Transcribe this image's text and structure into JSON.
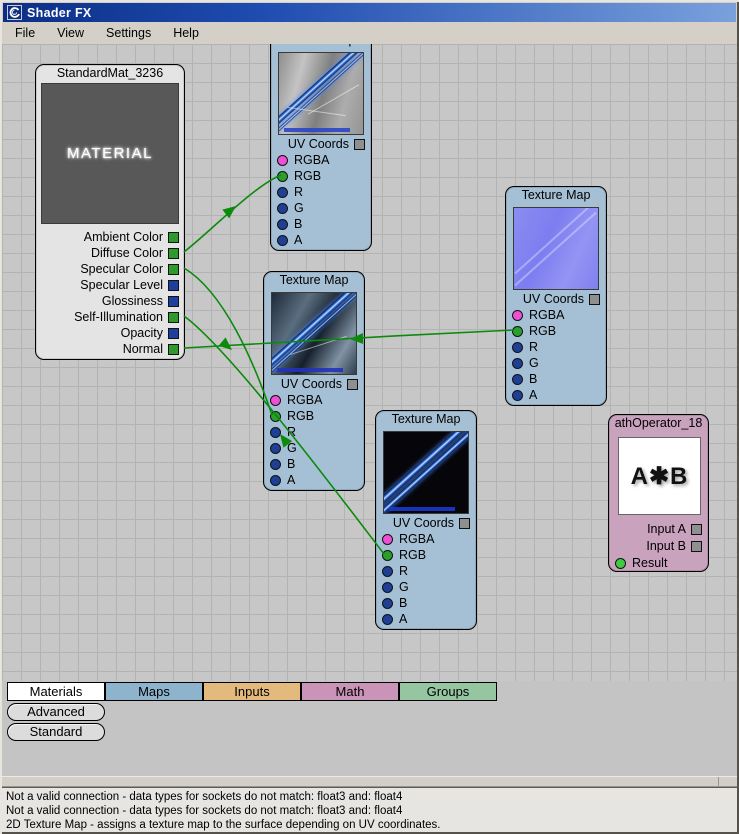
{
  "window": {
    "title": "Shader FX"
  },
  "menu": {
    "items": [
      "File",
      "View",
      "Settings",
      "Help"
    ]
  },
  "material": {
    "title": "StandardMat_3236",
    "preview_label": "MATERIAL",
    "inputs": [
      {
        "label": "Ambient Color",
        "type": "color"
      },
      {
        "label": "Diffuse Color",
        "type": "color"
      },
      {
        "label": "Specular Color",
        "type": "color"
      },
      {
        "label": "Specular Level",
        "type": "scalar"
      },
      {
        "label": "Glossiness",
        "type": "scalar"
      },
      {
        "label": "Self-Illumination",
        "type": "color"
      },
      {
        "label": "Opacity",
        "type": "scalar"
      },
      {
        "label": "Normal",
        "type": "color"
      }
    ]
  },
  "texture_node": {
    "title": "Texture Map",
    "uv_label": "UV Coords",
    "outputs": [
      "RGBA",
      "RGB",
      "R",
      "G",
      "B",
      "A"
    ]
  },
  "math_node": {
    "title": "athOperator_18",
    "operation": "A✱B",
    "inputs": [
      "Input A",
      "Input B"
    ],
    "output": "Result"
  },
  "connections": [
    {
      "from": "texture_map_top.RGB",
      "to": "StandardMat_3236.Diffuse Color"
    },
    {
      "from": "texture_map_middle.RGB",
      "to": "StandardMat_3236.Specular Color"
    },
    {
      "from": "texture_map_bottom.RGB",
      "to": "StandardMat_3236.Self-Illumination"
    },
    {
      "from": "texture_map_right.RGB",
      "to": "StandardMat_3236.Normal"
    }
  ],
  "tabs": [
    {
      "label": "Materials",
      "color": "#ffffff",
      "selected": true
    },
    {
      "label": "Maps",
      "color": "#8db3cd",
      "selected": false
    },
    {
      "label": "Inputs",
      "color": "#e3b97d",
      "selected": false
    },
    {
      "label": "Math",
      "color": "#c994b7",
      "selected": false
    },
    {
      "label": "Groups",
      "color": "#95c6a1",
      "selected": false
    }
  ],
  "side_buttons": [
    "Advanced",
    "Standard"
  ],
  "status": {
    "lines": [
      "Not a valid connection - data types for sockets do not match: float3 and: float4",
      "Not a valid connection - data types for sockets do not match: float3 and: float4",
      "2D Texture Map - assigns a texture map to the surface depending on UV coordinates."
    ]
  },
  "palette": {
    "wire": "#0b8a0b",
    "canvas": "#c7c7c7",
    "grid_line": "#b3b3b3",
    "node_texture": "#a5c0d4",
    "node_material": "#e4e4e4",
    "node_math": "#c9a2bd",
    "socket_color": "#2e9a2e",
    "socket_scalar": "#1d3f9e",
    "socket_rgba": "#ee4fd4",
    "socket_rgb": "#2aa02a",
    "socket_channel": "#1d4096",
    "socket_generic": "#8f8f8f",
    "titlebar_left": "#0c2e86",
    "titlebar_right": "#7aa0dc"
  }
}
